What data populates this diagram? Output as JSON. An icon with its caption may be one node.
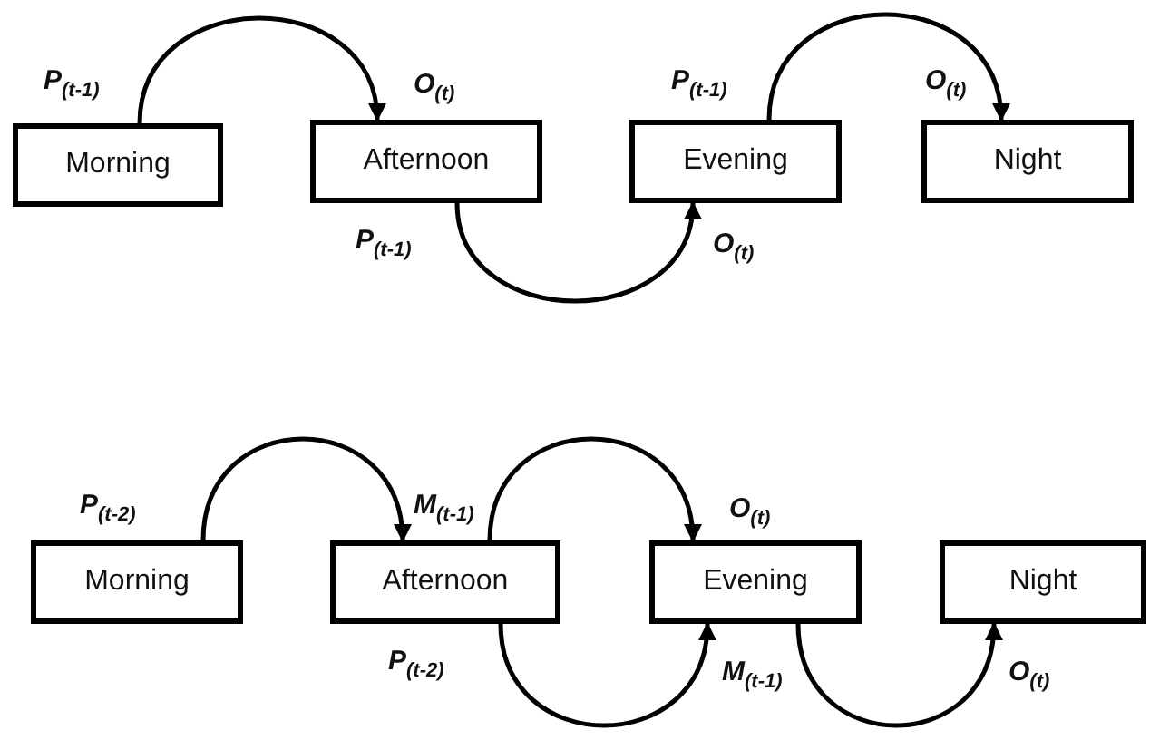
{
  "diagram": {
    "nodes": [
      {
        "text": [
          "Morning"
        ]
      },
      {
        "text": [
          "Afternoon"
        ]
      },
      {
        "text": [
          "Evening"
        ]
      },
      {
        "text": [
          "Night"
        ]
      },
      {
        "text": [
          "Morning"
        ]
      },
      {
        "text": [
          "Afternoon"
        ]
      },
      {
        "text": [
          "Evening"
        ]
      },
      {
        "text": [
          "Night"
        ]
      }
    ],
    "edges": [
      {
        "from": 0,
        "to": 1,
        "arrow": "to"
      },
      {
        "from": 1,
        "to": 2,
        "arrow": "to"
      },
      {
        "from": 2,
        "to": 3,
        "arrow": "to"
      },
      {
        "from": 4,
        "to": 5,
        "arrow": "to"
      },
      {
        "from": 5,
        "to": 6,
        "arrow": "to"
      },
      {
        "from": 5,
        "to": 6,
        "arrow": "to"
      },
      {
        "from": 6,
        "to": 7,
        "arrow": "to"
      }
    ],
    "labels": [
      "P$_{(t-1)}$",
      "O$_{(t)}$",
      "P$_{(t-1)}$",
      "O$_{(t)}$",
      "P$_{(t-1)}$",
      "O$_{(t)}$",
      "P$_{(t-2)}$",
      "M$_{(t-1)}$",
      "O$_{(t)}$",
      "P$_{(t-2)}$",
      "M$_{(t-1)}$",
      "O$_{(t)}$"
    ]
  }
}
